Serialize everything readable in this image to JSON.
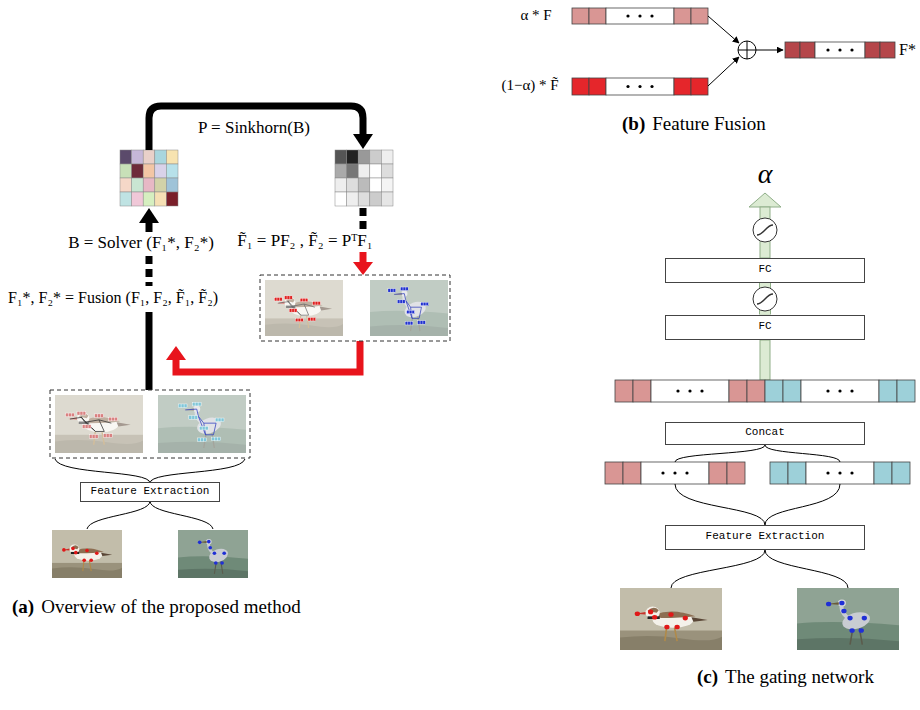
{
  "diagram": {
    "nodes": [
      {
        "text": [
          "Feature Extraction"
        ]
      },
      {
        "text": [
          "FC"
        ]
      },
      {
        "text": [
          "FC"
        ]
      },
      {
        "text": [
          "Concat"
        ]
      },
      {
        "text": [
          "Feature Extraction"
        ]
      }
    ],
    "edges": [
      {
        "from": 2,
        "to": 1,
        "arrow": "none"
      }
    ],
    "labels": [
      "P = Sinkhorn(B)",
      "B = Solver (F₁*, F₂*)",
      "F̃₁ = PF₂ , F̃₂ = PᵀF₁",
      "F₁*, F₂* = Fusion (F₁, F₂, F̃₁, F̃₂)",
      "(a)",
      "Overview of the proposed method",
      "α * F",
      "(1−α) * F̃",
      "F*",
      "(b)",
      "Feature Fusion",
      "α",
      "(c)",
      "The gating network"
    ]
  }
}
